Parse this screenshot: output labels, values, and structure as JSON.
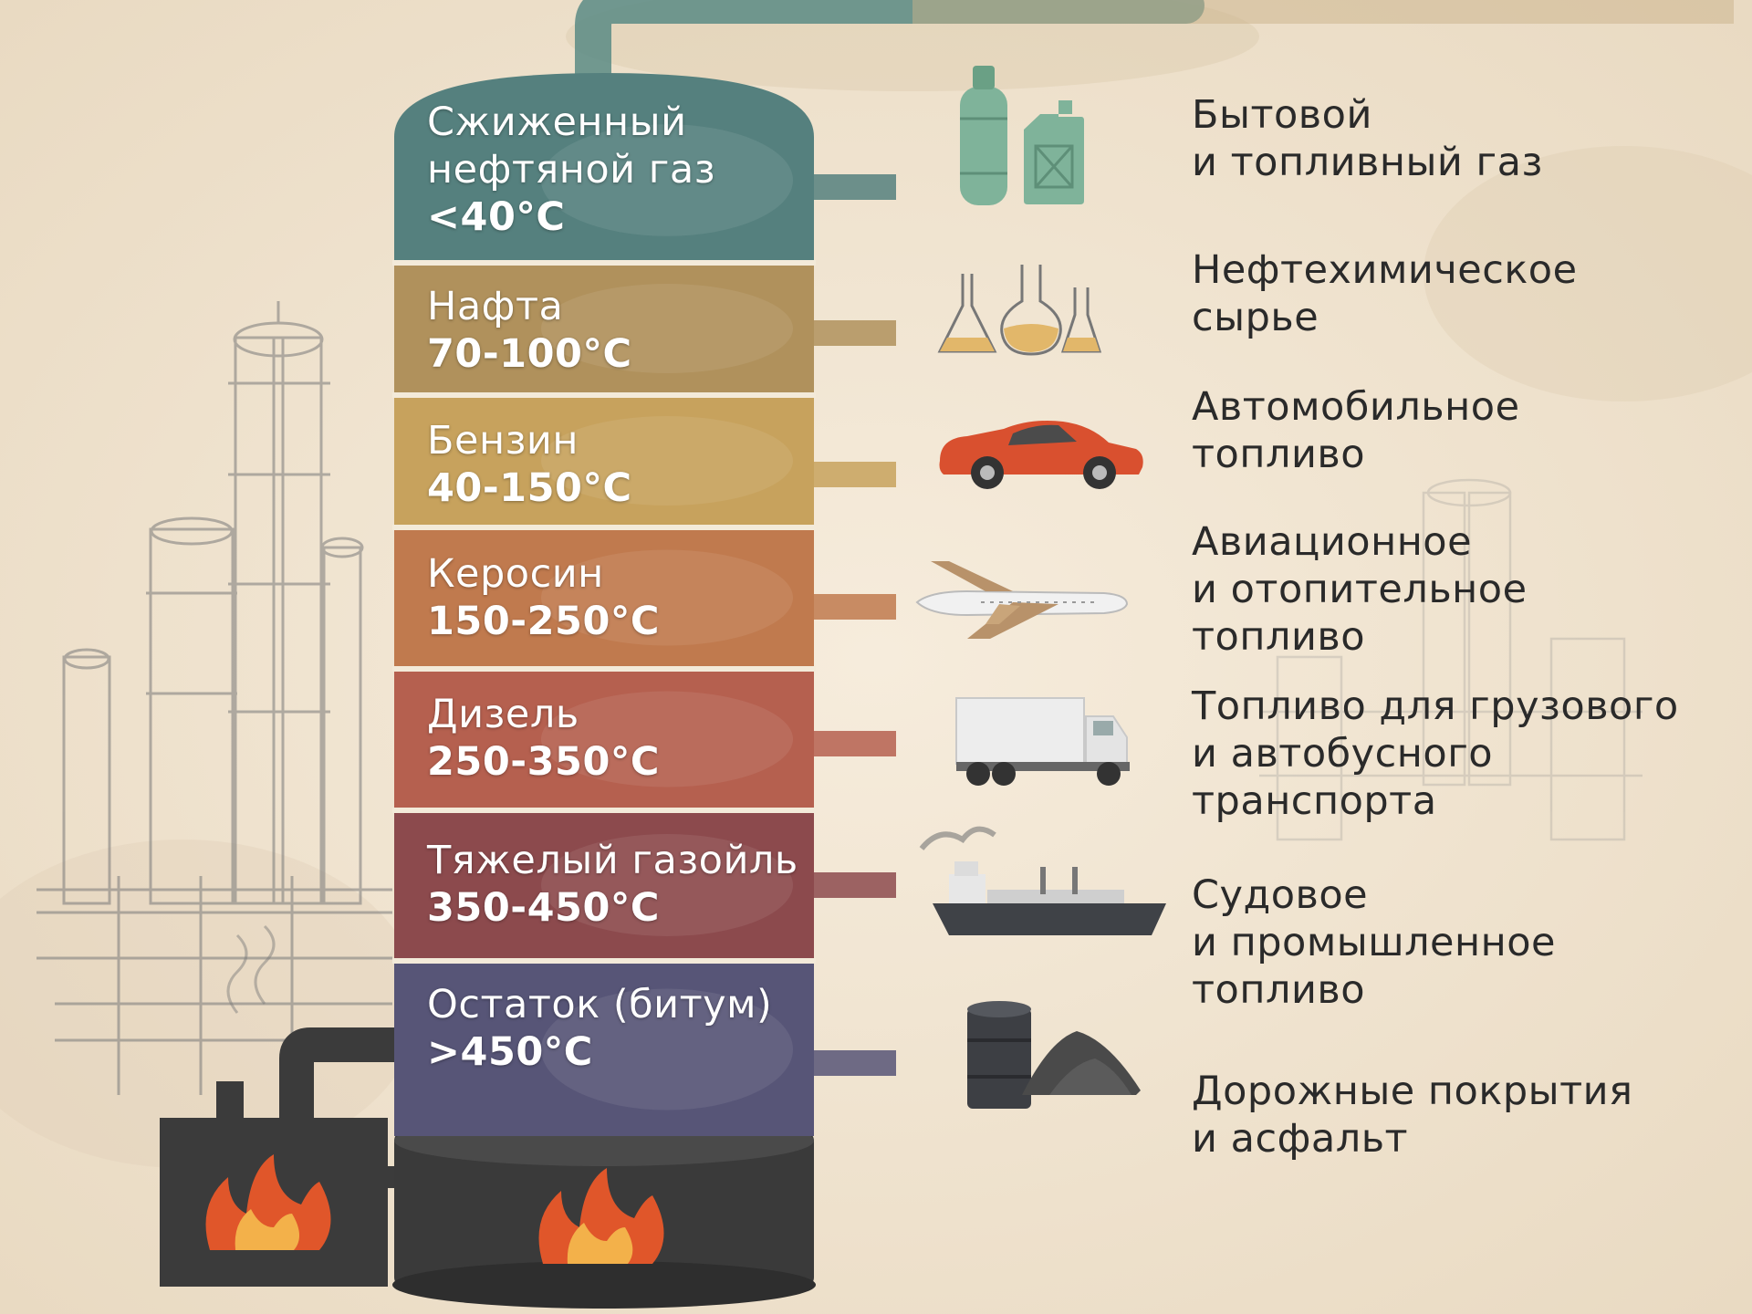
{
  "colors": {
    "background": "#f1e6d3",
    "sketch": "#6e6e6e",
    "furnace": "#3a3a3a",
    "flame_outer": "#e0562a",
    "flame_inner": "#f3b14a"
  },
  "fractions": [
    {
      "name": "Сжиженный\nнефтяной газ",
      "temp": "<40°C",
      "color": "#55807e",
      "icon": "gas-cylinder-and-canister-icon"
    },
    {
      "name": "Нафта",
      "temp": "70-100°C",
      "color": "#b0915c",
      "icon": "chemistry-flasks-icon"
    },
    {
      "name": "Бензин",
      "temp": "40-150°C",
      "color": "#c7a25d",
      "icon": "sports-car-icon"
    },
    {
      "name": "Керосин",
      "temp": "150-250°C",
      "color": "#c07a4e",
      "icon": "airplane-icon"
    },
    {
      "name": "Дизель",
      "temp": "250-350°C",
      "color": "#b5604f",
      "icon": "truck-icon"
    },
    {
      "name": "Тяжелый газойль",
      "temp": "350-450°C",
      "color": "#8c4a4d",
      "icon": "cargo-ship-icon"
    },
    {
      "name": "Остаток (битум)",
      "temp": ">450°C",
      "color": "#575577",
      "icon": "oil-barrel-and-asphalt-icon"
    }
  ],
  "products": [
    "Бытовой\nи топливный газ",
    "Нефтехимическое\nсырье",
    "Автомобильное\nтопливо",
    "Авиационное\nи отопительное\nтопливо",
    "Топливо для грузового\nи автобусного\nтранспорта",
    "Судовое\nи промышленное\nтопливо",
    "Дорожные покрытия\nи асфальт"
  ]
}
